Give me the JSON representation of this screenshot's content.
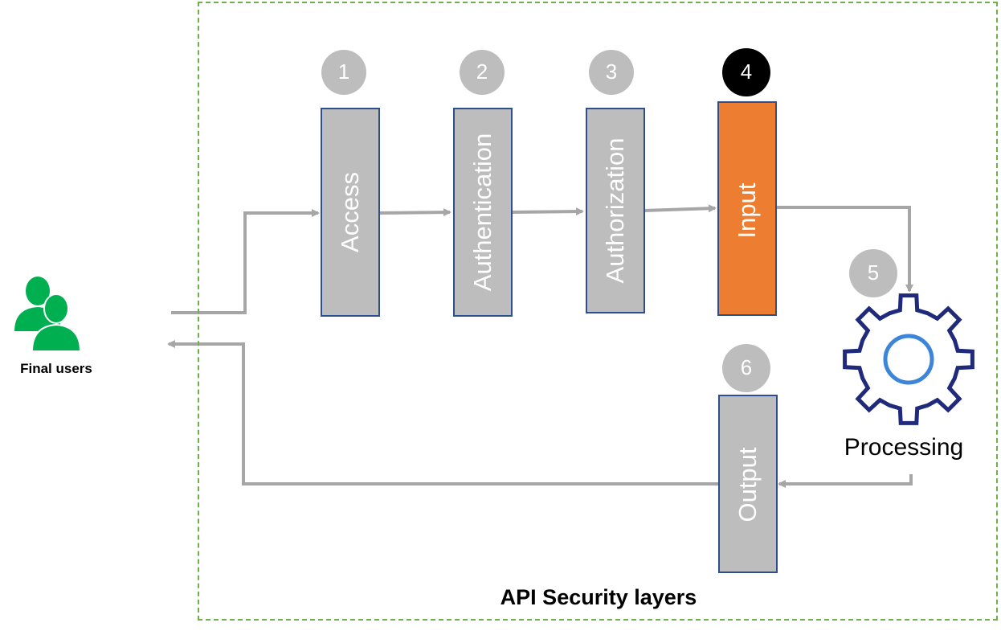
{
  "users": {
    "label": "Final users",
    "icon": "users-icon"
  },
  "zone": {
    "title": "API Security layers"
  },
  "layers": [
    {
      "num": "1",
      "label": "Access",
      "highlighted": false
    },
    {
      "num": "2",
      "label": "Authentication",
      "highlighted": false
    },
    {
      "num": "3",
      "label": "Authorization",
      "highlighted": false
    },
    {
      "num": "4",
      "label": "Input",
      "highlighted": true
    }
  ],
  "processing": {
    "num": "5",
    "label": "Processing",
    "icon": "gear-icon"
  },
  "output": {
    "num": "6",
    "label": "Output"
  },
  "colors": {
    "layer_fill": "#bdbdbd",
    "layer_border": "#2e4f8f",
    "highlight_fill": "#ed7d31",
    "badge_fill": "#bdbdbd",
    "badge_active_fill": "#000000",
    "arrow": "#a6a6a6",
    "users_green": "#00b050",
    "gear_outline": "#1f2a7a",
    "gear_center": "#3d85d8",
    "zone_border": "#70b04a"
  }
}
